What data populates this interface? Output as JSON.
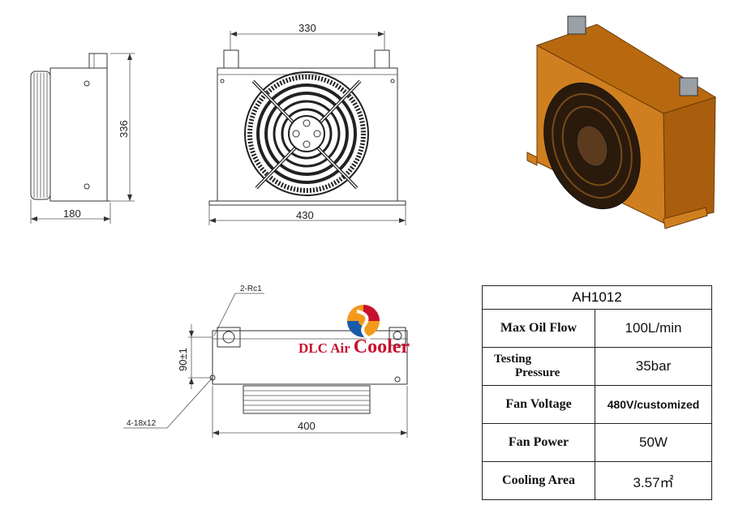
{
  "dimensions": {
    "side_width": "180",
    "height": "336",
    "front_width_inner": "330",
    "front_width_outer": "430",
    "bottom_width": "400",
    "port_spacing": "90±1"
  },
  "callouts": {
    "port": "2-Rc1",
    "holes": "4-18x12"
  },
  "logo": {
    "text_small": "DLC Air",
    "text_large": "Cooler",
    "colors": {
      "red": "#c8102e",
      "blue": "#1a5aa8",
      "orange": "#f39a1e"
    }
  },
  "spec_table": {
    "model": "AH1012",
    "rows": [
      {
        "label": "Max Oil Flow",
        "value": "100L/min"
      },
      {
        "label_line1": "Testing",
        "label_line2": "Pressure",
        "value": "35bar"
      },
      {
        "label": "Fan Voltage",
        "value": "480V/customized"
      },
      {
        "label": "Fan Power",
        "value": "50W"
      },
      {
        "label": "Cooling Area",
        "value": "3.57㎡"
      }
    ]
  },
  "product_color": "#c87a1c"
}
